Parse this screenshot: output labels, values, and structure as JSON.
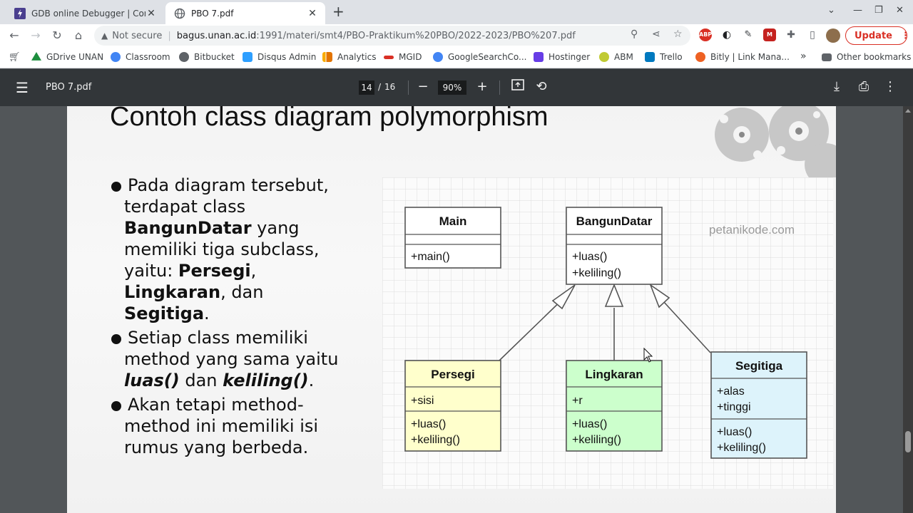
{
  "browser": {
    "tabs": [
      {
        "title": "GDB online Debugger | Compi",
        "active": false
      },
      {
        "title": "PBO 7.pdf",
        "active": true
      }
    ],
    "omnibox": {
      "security_label": "Not secure",
      "host": "bagus.unan.ac.id",
      "path": ":1991/materi/smt4/PBO-Praktikum%20PBO/2022-2023/PBO%207.pdf"
    },
    "update_label": "Update",
    "bookmarks": [
      {
        "label": "GDrive UNAN",
        "color": "#1e8e3e"
      },
      {
        "label": "Classroom",
        "color": "#4285f4"
      },
      {
        "label": "Bitbucket",
        "color": "#5f6368"
      },
      {
        "label": "Disqus Admin",
        "color": "#2e9fff"
      },
      {
        "label": "Analytics",
        "color": "#f9ab00"
      },
      {
        "label": "MGID",
        "color": "#d93025"
      },
      {
        "label": "GoogleSearchCo...",
        "color": "#4285f4"
      },
      {
        "label": "Hostinger",
        "color": "#673de6"
      },
      {
        "label": "ABM",
        "color": "#c0ca33"
      },
      {
        "label": "Trello",
        "color": "#0079bf"
      },
      {
        "label": "Bitly | Link Mana...",
        "color": "#ee6123"
      }
    ],
    "bookmarks_overflow": "»",
    "other_bookmarks": "Other bookmarks"
  },
  "pdf": {
    "filename": "PBO 7.pdf",
    "page_current": "14",
    "page_separator": "/",
    "page_total": "16",
    "zoom": "90%"
  },
  "slide": {
    "title": "Contoh class diagram polymorphism",
    "bullet1": {
      "t1": "Pada diagram tersebut, terdapat class ",
      "b1": "BangunDatar",
      "t2": " yang memiliki tiga subclass, yaitu: ",
      "b2": "Persegi",
      "t3": ", ",
      "b3": "Lingkaran",
      "t4": ", dan ",
      "b4": "Segitiga",
      "t5": "."
    },
    "bullet2": {
      "t1": "Setiap class memiliki method yang sama yaitu ",
      "b1": "luas()",
      "t2": " dan ",
      "b2": "keliling()",
      "t3": "."
    },
    "bullet3": {
      "t1": "Akan tetapi method-method ini memiliki isi rumus yang berbeda."
    },
    "diagram": {
      "watermark": "petanikode.com",
      "classes": {
        "main": {
          "name": "Main",
          "attrs": [],
          "methods": [
            "+main()"
          ],
          "color": "#ffffff"
        },
        "bangun": {
          "name": "BangunDatar",
          "attrs": [],
          "methods": [
            "+luas()",
            "+keliling()"
          ],
          "color": "#ffffff"
        },
        "persegi": {
          "name": "Persegi",
          "attrs": [
            "+sisi"
          ],
          "methods": [
            "+luas()",
            "+keliling()"
          ],
          "color": "#ffffcc"
        },
        "lingkaran": {
          "name": "Lingkaran",
          "attrs": [
            "+r"
          ],
          "methods": [
            "+luas()",
            "+keliling()"
          ],
          "color": "#ccffcc"
        },
        "segitiga": {
          "name": "Segitiga",
          "attrs": [
            "+alas",
            "+tinggi"
          ],
          "methods": [
            "+luas()",
            "+keliling()"
          ],
          "color": "#ddf3fb"
        }
      }
    }
  }
}
